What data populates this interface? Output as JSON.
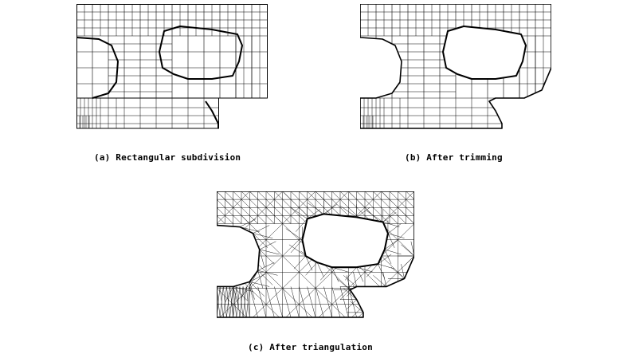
{
  "figure": {
    "captions": {
      "a": "(a) Rectangular subdivision",
      "b": "(b) After trimming",
      "c": "(c) After triangulation"
    }
  }
}
